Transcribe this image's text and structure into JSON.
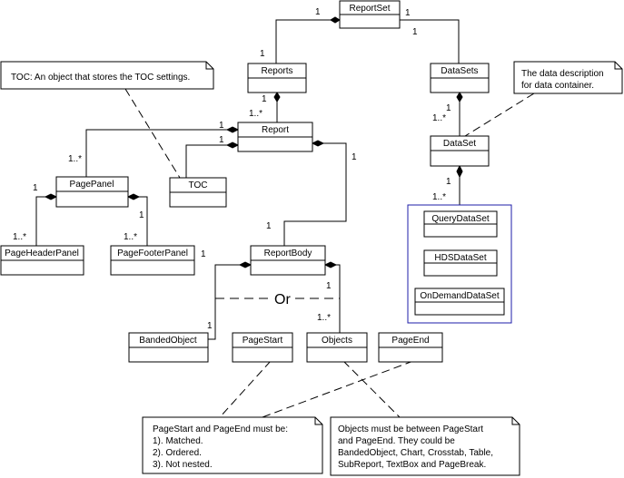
{
  "classes": {
    "reportset": "ReportSet",
    "reports": "Reports",
    "datasets": "DataSets",
    "report": "Report",
    "dataset": "DataSet",
    "pagepanel": "PagePanel",
    "toc": "TOC",
    "pageheaderpanel": "PageHeaderPanel",
    "pagefooterpanel": "PageFooterPanel",
    "reportbody": "ReportBody",
    "bandedobject": "BandedObject",
    "pagestart": "PageStart",
    "objects": "Objects",
    "pageend": "PageEnd",
    "querydataset": "QueryDataSet",
    "hdsdataset": "HDSDataSet",
    "ondemanddataset": "OnDemandDataSet"
  },
  "multiplicities": {
    "reportset_reports": "1",
    "reports_reportset": "1",
    "reportset_datasets": "1",
    "datasets_reportset": "1",
    "reports_report_a": "1",
    "reports_report_b": "1..*",
    "report_pagepanel": "1",
    "pagepanel_report": "1..*",
    "report_toc": "1",
    "datasets_dataset_a": "1",
    "datasets_dataset_b": "1..*",
    "dataset_sub_a": "1",
    "dataset_sub_b": "1..*",
    "pagepanel_header_a": "1",
    "pagepanel_header_b": "1..*",
    "pagepanel_footer_a": "1",
    "pagepanel_footer_b": "1..*",
    "footer_extra": "1",
    "report_reportbody_a": "1",
    "report_reportbody_b": "1",
    "reportbody_objects_a": "1",
    "reportbody_objects_b": "1..*",
    "banded_mult": "1"
  },
  "or_label": "Or",
  "notes": {
    "toc": [
      "TOC: An object that stores the TOC settings."
    ],
    "datadesc": [
      "The data description",
      "for data container."
    ],
    "pagestart": [
      "PageStart and PageEnd must be:",
      "1). Matched.",
      "2). Ordered.",
      "3). Not nested."
    ],
    "objects": [
      "Objects must be between PageStart",
      "and PageEnd. They could be",
      "BandedObject, Chart, Crosstab, Table,",
      "SubReport, TextBox and PageBreak."
    ]
  },
  "colors": {
    "line": "#000000",
    "background": "#ffffff",
    "group_border": "#1c1ca8"
  }
}
